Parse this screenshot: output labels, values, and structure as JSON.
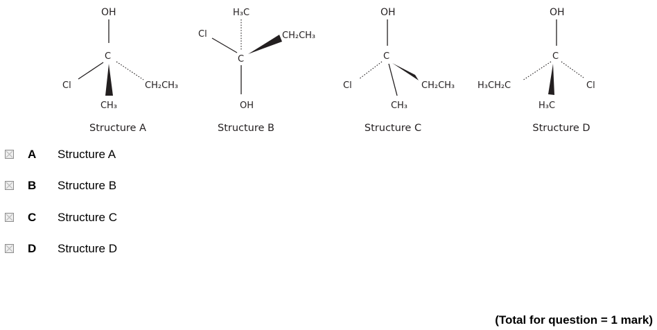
{
  "structures": [
    {
      "caption": "Structure A",
      "labels": {
        "top": "OH",
        "center": "C",
        "left": "Cl",
        "right": "CH₂CH₃",
        "bottom": "CH₃"
      }
    },
    {
      "caption": "Structure B",
      "labels": {
        "top": "H₃C",
        "center": "C",
        "left": "Cl",
        "right": "CH₂CH₃",
        "bottom": "OH"
      }
    },
    {
      "caption": "Structure C",
      "labels": {
        "top": "OH",
        "center": "C",
        "left": "Cl",
        "right": "CH₂CH₃",
        "bottom": "CH₃"
      }
    },
    {
      "caption": "Structure D",
      "labels": {
        "top": "OH",
        "center": "C",
        "left": "H₃CH₂C",
        "right": "Cl",
        "bottom": "H₃C"
      }
    }
  ],
  "options": [
    {
      "letter": "A",
      "text": "Structure A"
    },
    {
      "letter": "B",
      "text": "Structure B"
    },
    {
      "letter": "C",
      "text": "Structure C"
    },
    {
      "letter": "D",
      "text": "Structure D"
    }
  ],
  "total": "(Total for question = 1 mark)"
}
